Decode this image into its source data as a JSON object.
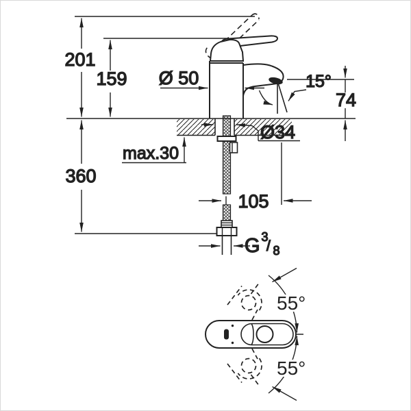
{
  "drawing": {
    "title": "faucet-installation-dimension-drawing",
    "labels": {
      "height_total": "201",
      "height_spout_lever": "159",
      "depth_below_deck": "360",
      "body_diameter": "Ø 50",
      "hole_diameter": "Ø34",
      "deck_thickness": "max.30",
      "outlet_height": "74",
      "spout_projection": "105",
      "stream_angle": "15°",
      "swivel_angle_top": "55°",
      "swivel_angle_bottom": "55°",
      "thread_letter": "G",
      "thread_numerator": "3",
      "thread_slash": "/",
      "thread_denominator": "8"
    },
    "colors": {
      "line": "#222222",
      "background": "#ffffff",
      "frame": "#d9d9d9"
    }
  }
}
